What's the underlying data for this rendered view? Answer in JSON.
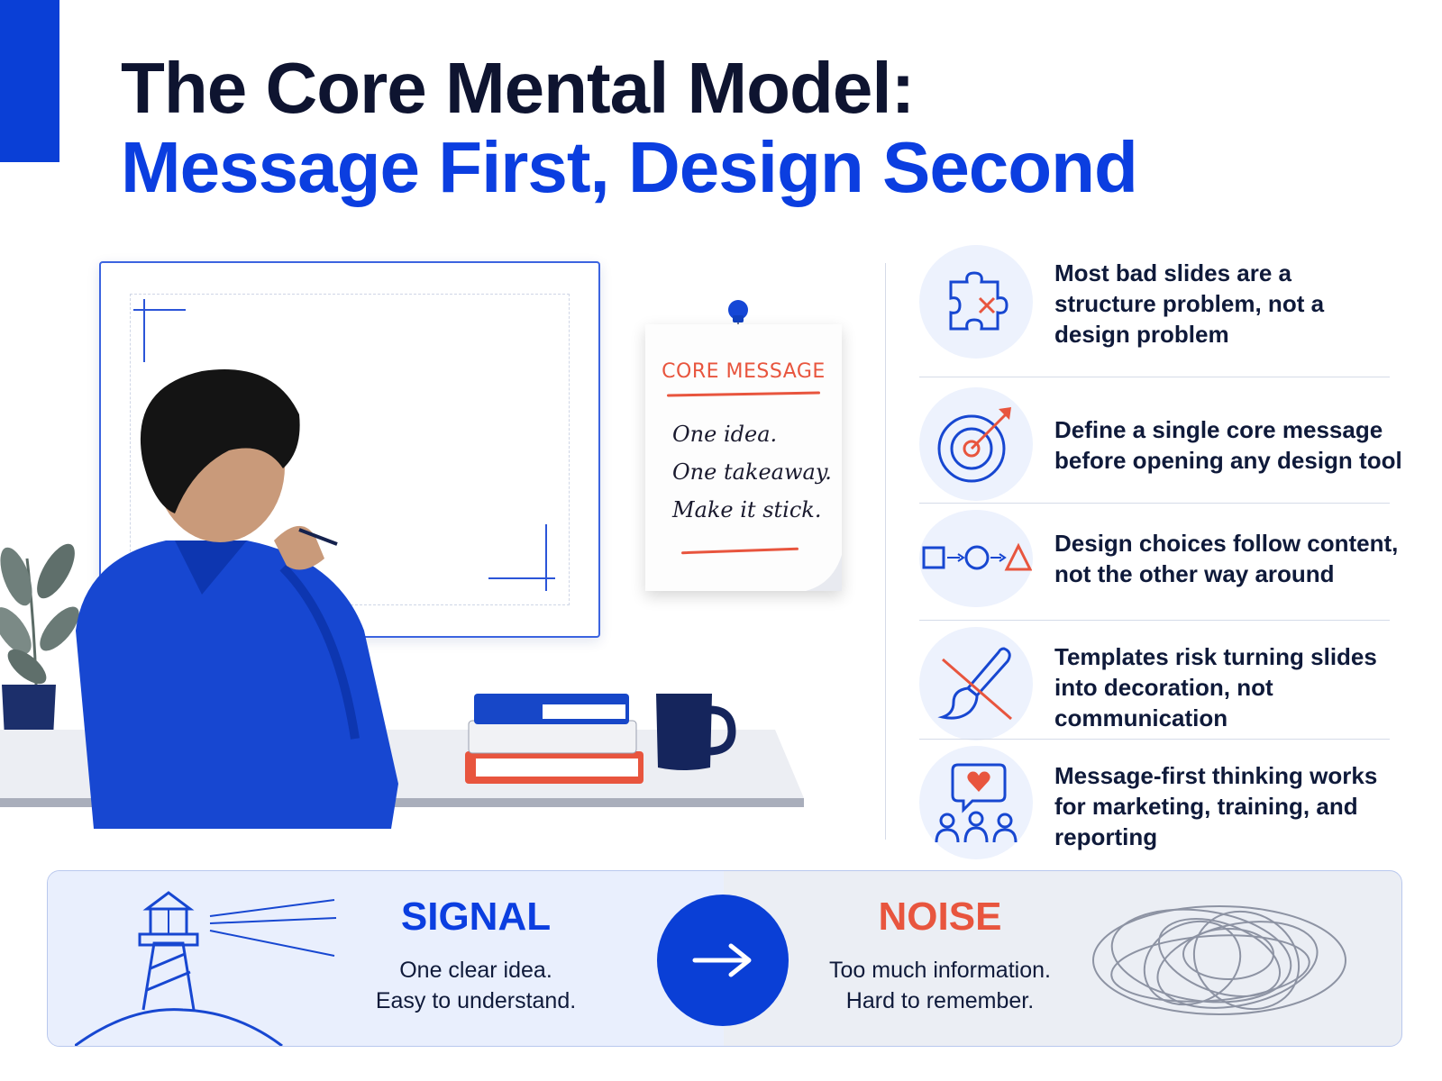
{
  "title": {
    "line1": "The Core Mental Model:",
    "line2": "Message First, Design Second"
  },
  "sticky_note": {
    "heading": "CORE MESSAGE",
    "lines": [
      "One idea.",
      "One takeaway.",
      "Make it stick."
    ]
  },
  "points": [
    {
      "icon": "puzzle-x-icon",
      "lines": [
        "Most bad slides are a",
        "structure problem, not a",
        "design problem"
      ]
    },
    {
      "icon": "target-icon",
      "lines": [
        "Define a single core message",
        "before opening any design tool"
      ]
    },
    {
      "icon": "shapes-flow-icon",
      "lines": [
        "Design choices follow content,",
        "not the other way around"
      ]
    },
    {
      "icon": "brush-crossed-icon",
      "lines": [
        "Templates risk turning slides",
        "into decoration, not",
        "communication"
      ]
    },
    {
      "icon": "audience-heart-icon",
      "lines": [
        "Message-first thinking works",
        "for marketing, training, and",
        "reporting"
      ]
    }
  ],
  "signal": {
    "heading": "SIGNAL",
    "lines": [
      "One clear idea.",
      "Easy to understand."
    ]
  },
  "noise": {
    "heading": "NOISE",
    "lines": [
      "Too much information.",
      "Hard to remember."
    ]
  },
  "colors": {
    "brand_blue": "#0b3ee0",
    "accent_red": "#e8553e",
    "ink": "#0f1a3a"
  }
}
